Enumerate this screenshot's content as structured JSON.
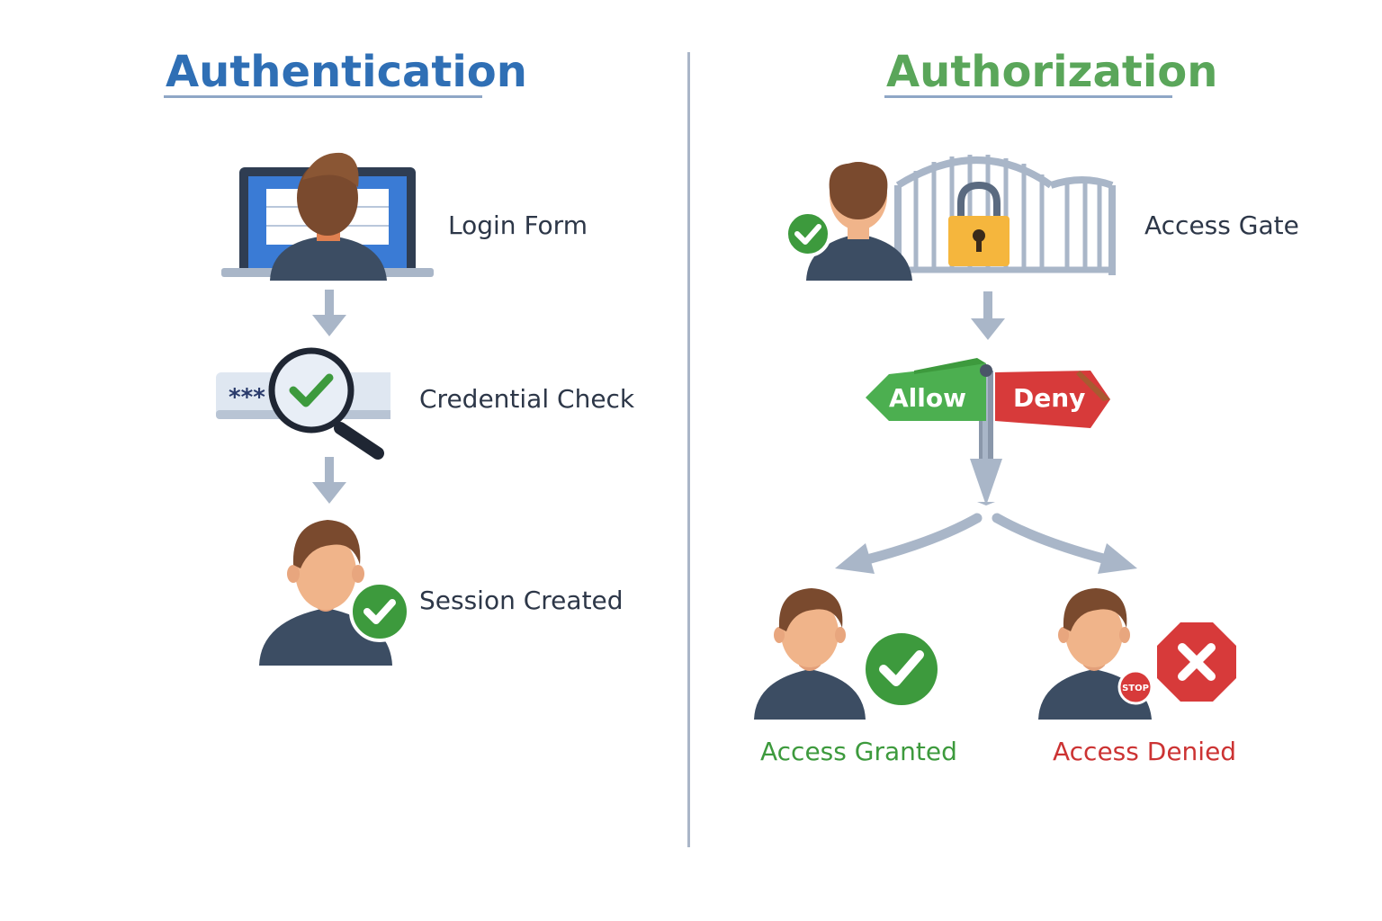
{
  "authentication": {
    "title": "Authentication",
    "steps": [
      {
        "label": "Login Form"
      },
      {
        "label": "Credential Check",
        "password_mask": "***"
      },
      {
        "label": "Session Created"
      }
    ]
  },
  "authorization": {
    "title": "Authorization",
    "gate_label": "Access Gate",
    "signpost": {
      "allow": "Allow",
      "deny": "Deny"
    },
    "outcomes": {
      "granted": "Access Granted",
      "denied": "Access Denied",
      "stop_badge": "STOP"
    }
  },
  "colors": {
    "authentication_blue": "#2f6fb5",
    "authorization_green": "#5aa65a",
    "granted_green": "#3d9a3d",
    "denied_red": "#cc3333",
    "arrow_gray": "#a9b6c8",
    "divider": "#aab6c8",
    "skin": "#f0b48a",
    "hair": "#7a4a2e",
    "shirt": "#3c4d63"
  }
}
